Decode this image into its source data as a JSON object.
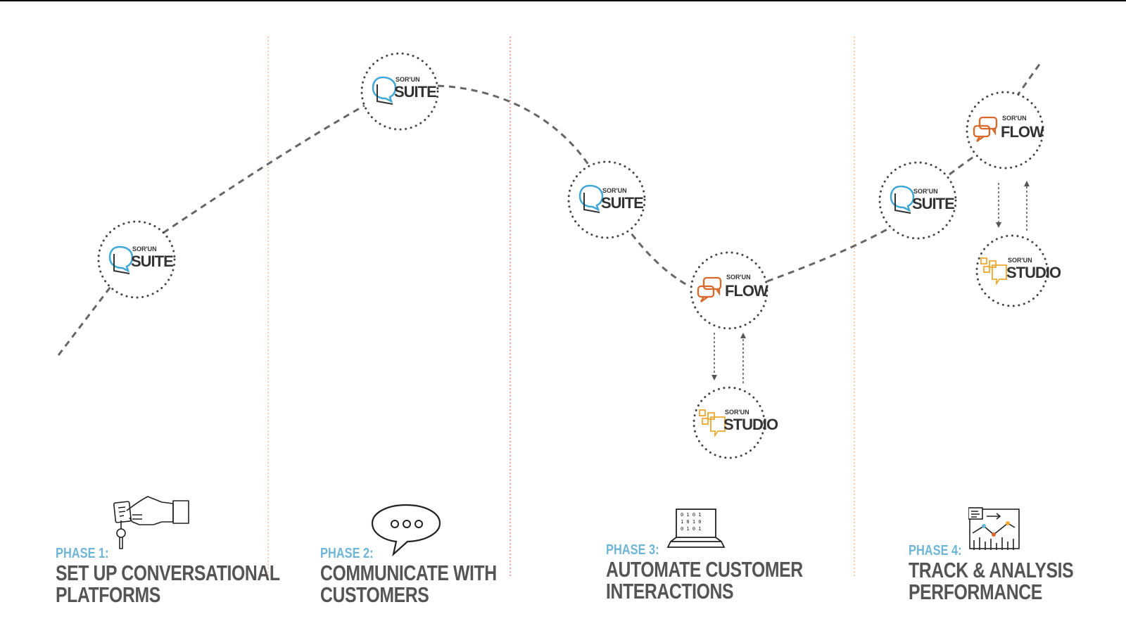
{
  "phases": [
    {
      "label": "PHASE 1:",
      "title_line1": "SET UP CONVERSATIONAL",
      "title_line2": "PLATFORMS",
      "icon": "hand-key-icon"
    },
    {
      "label": "PHASE 2:",
      "title_line1": "COMMUNICATE WITH",
      "title_line2": "CUSTOMERS",
      "icon": "speech-bubble-icon"
    },
    {
      "label": "PHASE 3:",
      "title_line1": "AUTOMATE CUSTOMER",
      "title_line2": "INTERACTIONS",
      "icon": "laptop-code-icon"
    },
    {
      "label": "PHASE 4:",
      "title_line1": "TRACK & ANALYSIS",
      "title_line2": "PERFORMANCE",
      "icon": "analytics-chart-icon"
    }
  ],
  "products": {
    "suite": {
      "small": "SOR'UN",
      "big": "SUITE",
      "color": "#3fa7d6"
    },
    "flow": {
      "small": "SOR'UN",
      "big": "FLOW",
      "color": "#d9692a"
    },
    "studio": {
      "small": "SOR'UN",
      "big": "STUDIO",
      "color": "#f0a830"
    }
  },
  "colors": {
    "divider_orange": "#e8a060",
    "divider_red": "#e05050",
    "path": "#666666"
  }
}
